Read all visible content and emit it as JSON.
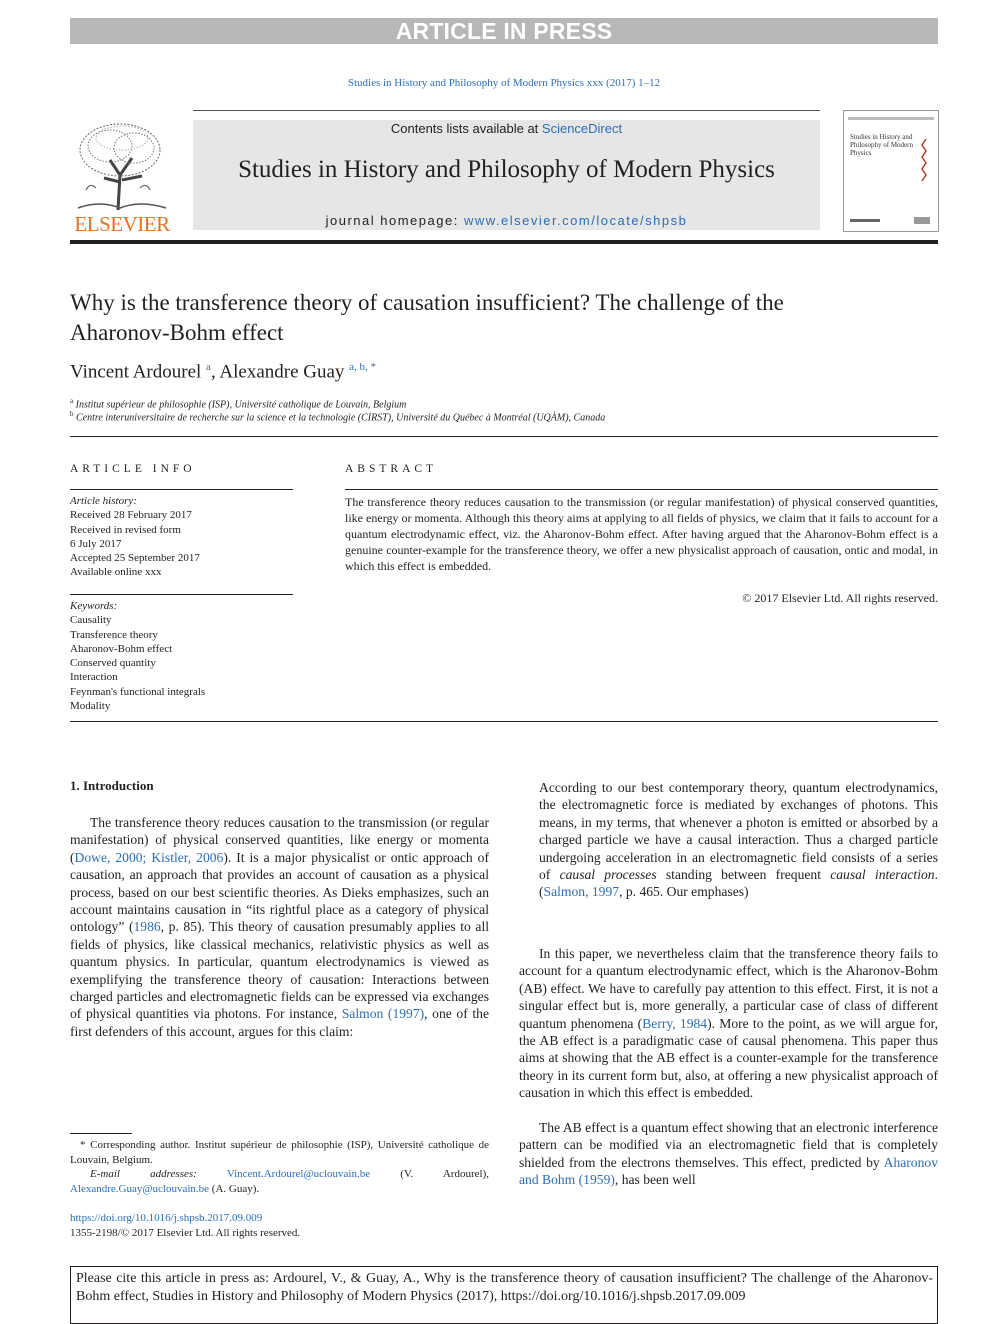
{
  "banner": "ARTICLE IN PRESS",
  "journal_ref": "Studies in History and Philosophy of Modern Physics xxx (2017) 1–12",
  "masthead": {
    "contents_prefix": "Contents lists available at ",
    "contents_link": "ScienceDirect",
    "journal_title": "Studies in History and Philosophy of Modern Physics",
    "homepage_prefix": "journal homepage: ",
    "homepage_link": "www.elsevier.com/locate/shpsb",
    "publisher_logo_text": "ELSEVIER",
    "cover_text": "Studies in History and Philosophy of Modern Physics"
  },
  "article": {
    "title": "Why is the transference theory of causation insufficient? The challenge of the Aharonov-Bohm effect",
    "author1": "Vincent Ardourel",
    "author1_sup": "a",
    "author_sep": ", ",
    "author2": "Alexandre Guay",
    "author2_sup": "a, b, *",
    "affiliation_a_mark": "a",
    "affiliation_a": "Institut supérieur de philosophie (ISP), Université catholique de Louvain, Belgium",
    "affiliation_b_mark": "b",
    "affiliation_b": "Centre interuniversitaire de recherche sur la science et la technologie (CIRST), Université du Québec à Montréal (UQÀM), Canada"
  },
  "article_info": {
    "caption": "ARTICLE INFO",
    "history_label": "Article history:",
    "history": [
      "Received 28 February 2017",
      "Received in revised form",
      "6 July 2017",
      "Accepted 25 September 2017",
      "Available online xxx"
    ],
    "keywords_label": "Keywords:",
    "keywords": [
      "Causality",
      "Transference theory",
      "Aharonov-Bohm effect",
      "Conserved quantity",
      "Interaction",
      "Feynman's functional integrals",
      "Modality"
    ]
  },
  "abstract": {
    "caption": "ABSTRACT",
    "text": "The transference theory reduces causation to the transmission (or regular manifestation) of physical conserved quantities, like energy or momenta. Although this theory aims at applying to all fields of physics, we claim that it fails to account for a quantum electrodynamic effect, viz. the Aharonov-Bohm effect. After having argued that the Aharonov-Bohm effect is a genuine counter-example for the transference theory, we offer a new physicalist approach of causation, ontic and modal, in which this effect is embedded.",
    "copyright": "© 2017 Elsevier Ltd. All rights reserved."
  },
  "body": {
    "section_heading": "1.  Introduction",
    "intro_1": "The transference theory reduces causation to the transmission (or regular manifestation) of physical conserved quantities, like energy or momenta (",
    "intro_cite1": "Dowe, 2000; Kistler, 2006",
    "intro_2": "). It is a major physicalist or ontic approach of causation, an approach that provides an account of causation as a physical process, based on our best scientific theories. As Dieks emphasizes, such an account maintains causation in “its rightful place as a category of physical ontology” (",
    "intro_cite2": "1986",
    "intro_3": ", p. 85). This theory of causation presumably applies to all fields of physics, like classical mechanics, relativistic physics as well as quantum physics. In particular, quantum electrodynamics is viewed as exemplifying the transference theory of causation: Interactions between charged particles and electromagnetic fields can be expressed via exchanges of physical quantities via photons. For instance, ",
    "intro_cite3": "Salmon (1997)",
    "intro_4": ", one of the first defenders of this account, argues for this claim:",
    "quote_1": "According to our best contemporary theory, quantum electrodynamics, the electromagnetic force is mediated by exchanges of photons. This means, in my terms, that whenever a photon is emitted or absorbed by a charged particle we have a causal interaction. Thus a charged particle undergoing acceleration in an electromagnetic field consists of a series of ",
    "quote_em1": "causal processes",
    "quote_2": " standing between frequent ",
    "quote_em2": "causal interaction",
    "quote_3": ". (",
    "quote_cite": "Salmon, 1997",
    "quote_4": ", p. 465. Our emphases)",
    "right1_1": "In this paper, we nevertheless claim that the transference theory fails to account for a quantum electrodynamic effect, which is the Aharonov-Bohm (AB) effect. We have to carefully pay attention to this effect. First, it is not a singular effect but is, more generally, a particular case of class of different quantum phenomena (",
    "right1_cite": "Berry, 1984",
    "right1_2": "). More to the point, as we will argue for, the AB effect is a paradigmatic case of causal phenomena. This paper thus aims at showing that the AB effect is a counter-example for the transference theory in its current form but, also, at offering a new physicalist approach of causation in which this effect is embedded.",
    "right2_1": "The AB effect is a quantum effect showing that an electronic interference pattern can be modified via an electromagnetic field that is completely shielded from the electrons themselves. This effect, predicted by ",
    "right2_cite": "Aharonov and Bohm (1959)",
    "right2_2": ", has been well"
  },
  "footnote": {
    "star": "*",
    "corresponding": " Corresponding author. Institut supérieur de philosophie (ISP), Université catholique de Louvain, Belgium.",
    "email_label": "E-mail addresses:",
    "email1": "Vincent.Ardourel@uclouvain.be",
    "email1_who": " (V. Ardourel), ",
    "email2": "Alexandre.Guay@uclouvain.be",
    "email2_who": " (A. Guay)."
  },
  "doi_link": "https://doi.org/10.1016/j.shpsb.2017.09.009",
  "issn_line": "1355-2198/© 2017 Elsevier Ltd. All rights reserved.",
  "cite_box": "Please cite this article in press as: Ardourel, V., & Guay, A., Why is the transference theory of causation insufficient? The challenge of the Aharonov-Bohm effect, Studies in History and Philosophy of Modern Physics (2017), https://doi.org/10.1016/j.shpsb.2017.09.009",
  "colors": {
    "link": "#2a6ebb",
    "elsevier_orange": "#e9711c",
    "banner_gray": "#b7b7b7",
    "masthead_gray": "#e6e6e6"
  }
}
